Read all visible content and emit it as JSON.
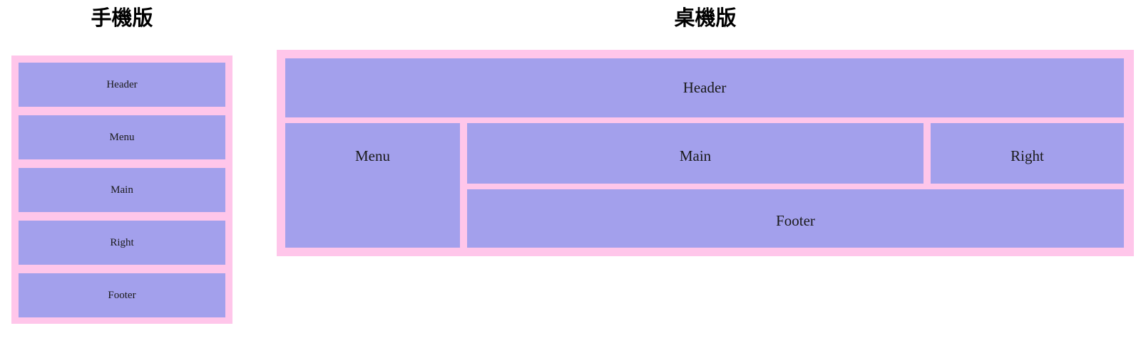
{
  "page": {
    "background_color": "#ffffff",
    "block_color": "#a3a0ec",
    "frame_color": "#ffc6ea",
    "text_color": "#1a1a1a"
  },
  "mobile": {
    "title": "手機版",
    "blocks": [
      {
        "label": "Header"
      },
      {
        "label": "Menu"
      },
      {
        "label": "Main"
      },
      {
        "label": "Right"
      },
      {
        "label": "Footer"
      }
    ]
  },
  "desktop": {
    "title": "桌機版",
    "blocks": [
      {
        "label": "Header"
      },
      {
        "label": "Menu"
      },
      {
        "label": "Main"
      },
      {
        "label": "Right"
      },
      {
        "label": "Footer"
      }
    ]
  }
}
